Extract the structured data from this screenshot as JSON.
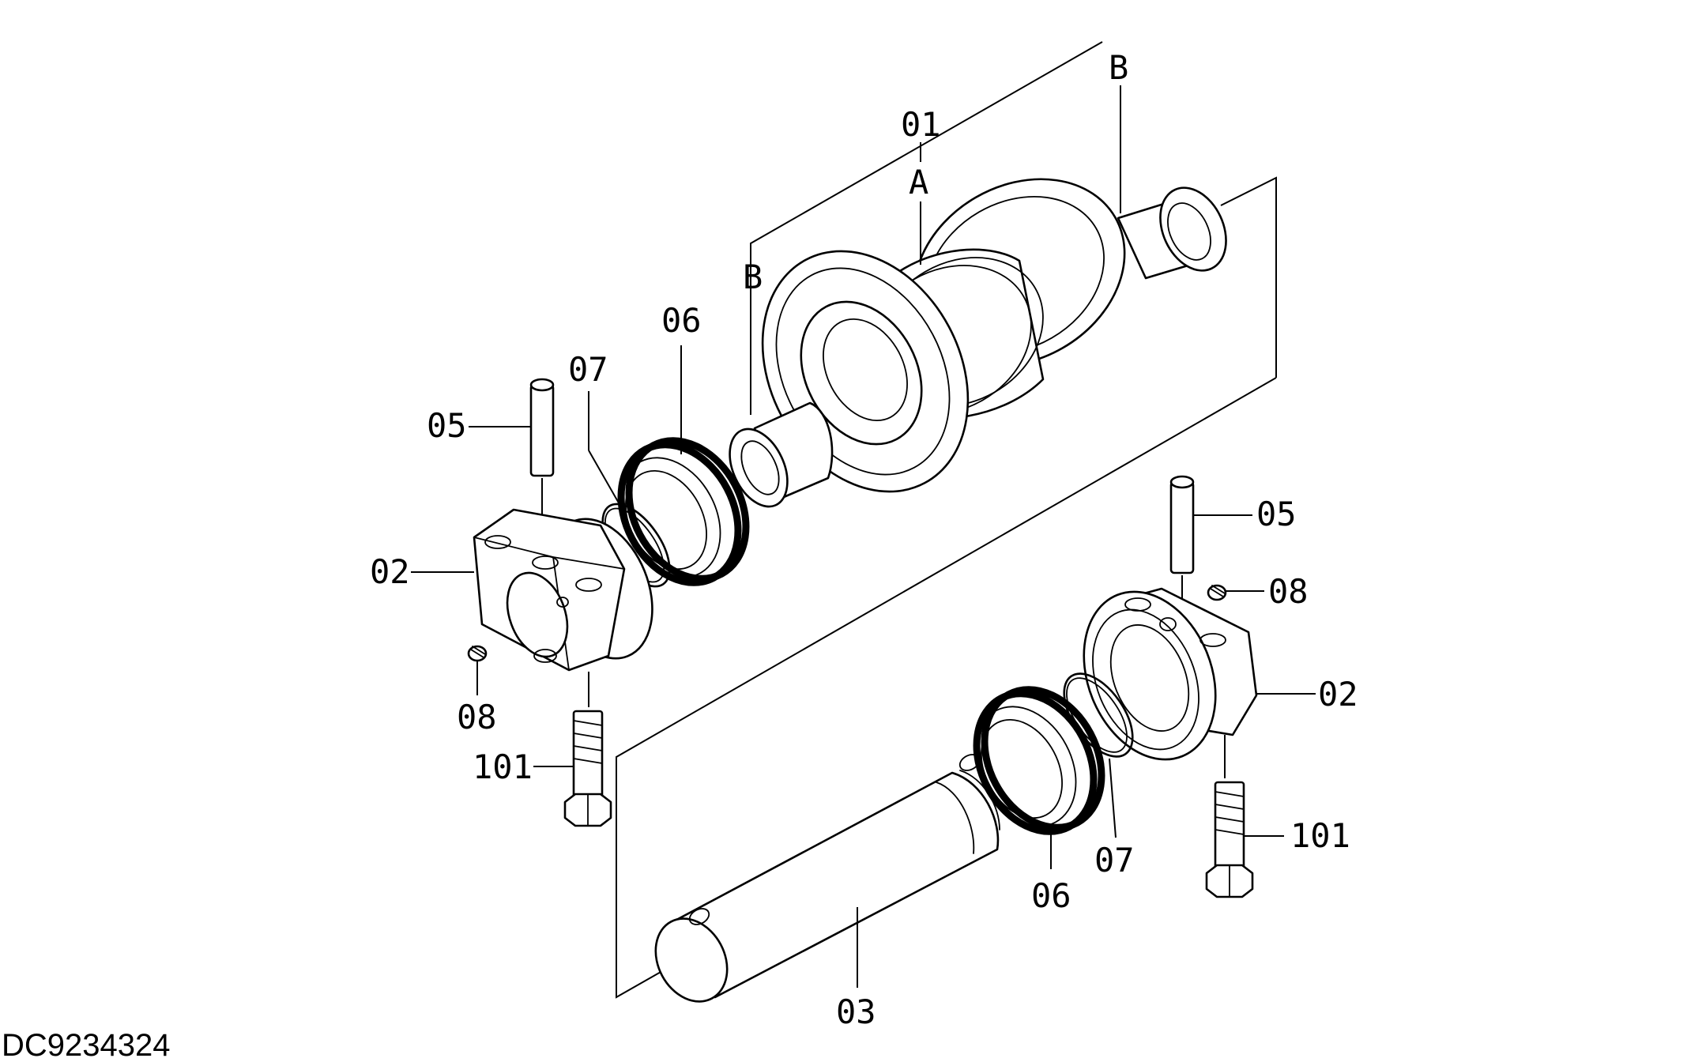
{
  "diagram": {
    "drawing_code": "DC9234324",
    "labels": {
      "p01": "01",
      "pA": "A",
      "pB_top": "B",
      "pB_left": "B",
      "p06_top": "06",
      "p07_top": "07",
      "p05_left": "05",
      "p02_left": "02",
      "p08_left": "08",
      "p101_left": "101",
      "p05_right": "05",
      "p08_right": "08",
      "p02_right": "02",
      "p101_right": "101",
      "p07_bottom": "07",
      "p06_bottom": "06",
      "p03": "03"
    }
  }
}
